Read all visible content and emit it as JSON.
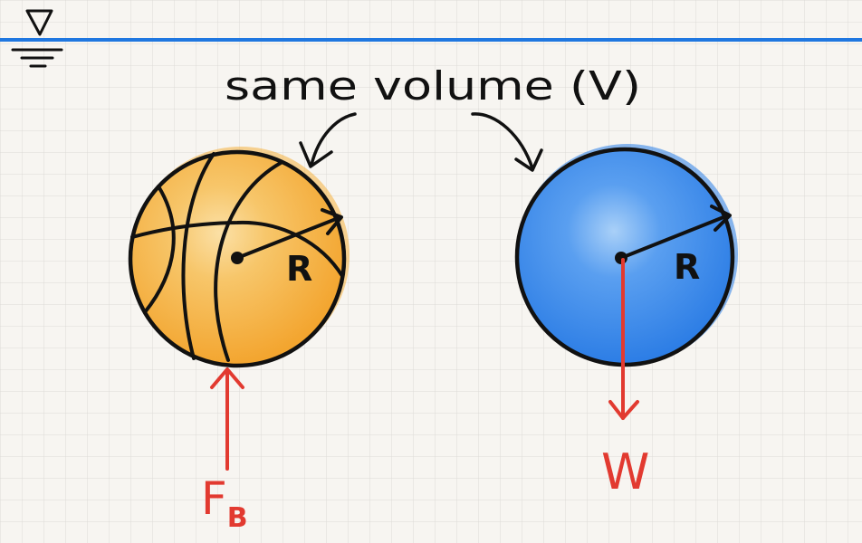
{
  "labels": {
    "caption": "same volume (V)",
    "radius_left": "R",
    "radius_right": "R",
    "buoyant_force": "F",
    "buoyant_force_subscript": "B",
    "weight": "W"
  },
  "colors": {
    "water_line": "#1f77e0",
    "grid": "#dcdad6",
    "paper": "#f7f5f1",
    "basketball": "#f3a832",
    "basketball_highlight": "#f9d389",
    "ball_blue": "#2e7fe6",
    "ball_blue_highlight": "#8ec0f6",
    "ink": "#111111",
    "force_arrow": "#e23a30"
  },
  "icons": {
    "water_surface": "inverted-triangle-water-surface-icon"
  }
}
